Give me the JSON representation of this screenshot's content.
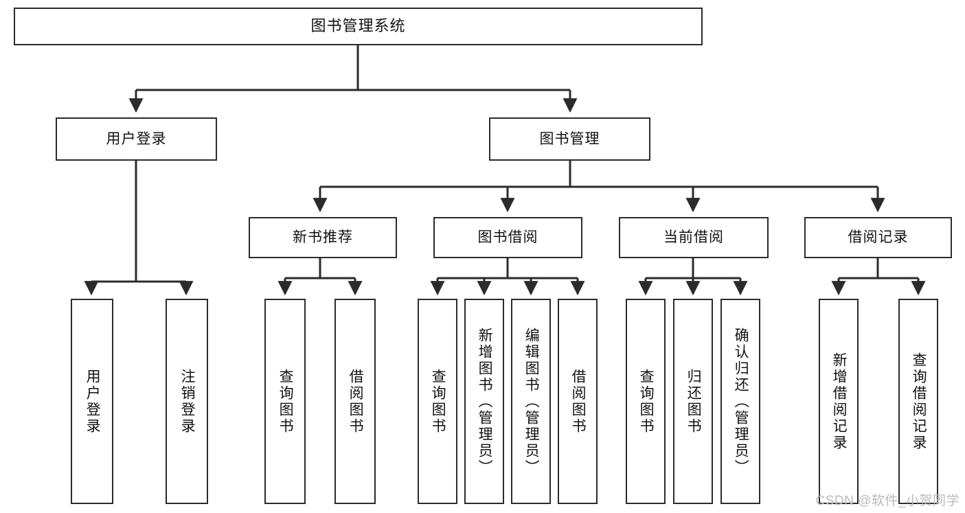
{
  "diagram": {
    "title": "图书管理系统",
    "type": "hierarchy-tree",
    "watermark": "CSDN @软件_小贺同学",
    "colors": {
      "box_border": "#2b2b2b",
      "box_fill": "#ffffff",
      "edge": "#2b2b2b",
      "text": "#111111",
      "watermark": "#b9b9b9",
      "background": "#ffffff"
    },
    "levels": {
      "level0": [
        {
          "id": "root",
          "label": "图书管理系统"
        }
      ],
      "level1": [
        {
          "id": "login",
          "label": "用户登录"
        },
        {
          "id": "bookmgmt",
          "label": "图书管理"
        }
      ],
      "level2": [
        {
          "id": "newbook",
          "label": "新书推荐"
        },
        {
          "id": "borrow",
          "label": "图书借阅"
        },
        {
          "id": "current",
          "label": "当前借阅"
        },
        {
          "id": "records",
          "label": "借阅记录"
        }
      ],
      "level3": [
        {
          "id": "leaf1",
          "label": "用户登录",
          "parent": "login"
        },
        {
          "id": "leaf2",
          "label": "注销登录",
          "parent": "login"
        },
        {
          "id": "leaf3",
          "label": "查询图书",
          "parent": "newbook"
        },
        {
          "id": "leaf4",
          "label": "借阅图书",
          "parent": "newbook"
        },
        {
          "id": "leaf5",
          "label": "查询图书",
          "parent": "borrow"
        },
        {
          "id": "leaf6",
          "label": "新增图书（管理员）",
          "parent": "borrow"
        },
        {
          "id": "leaf7",
          "label": "编辑图书（管理员）",
          "parent": "borrow"
        },
        {
          "id": "leaf8",
          "label": "借阅图书",
          "parent": "borrow"
        },
        {
          "id": "leaf9",
          "label": "查询图书",
          "parent": "current"
        },
        {
          "id": "leaf10",
          "label": "归还图书",
          "parent": "current"
        },
        {
          "id": "leaf11",
          "label": "确认归还（管理员）",
          "parent": "current"
        },
        {
          "id": "leaf12",
          "label": "新增借阅记录",
          "parent": "records"
        },
        {
          "id": "leaf13",
          "label": "查询借阅记录",
          "parent": "records"
        }
      ]
    }
  }
}
